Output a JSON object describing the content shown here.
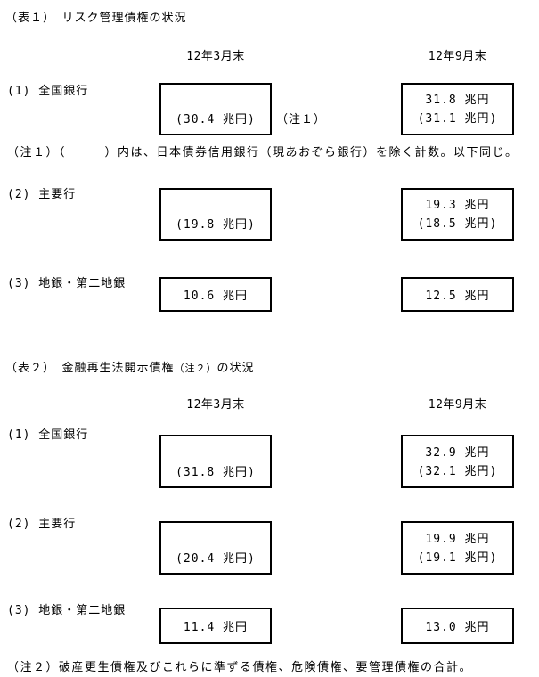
{
  "table1": {
    "title": "（表１）　リスク管理債権の状況",
    "header_left": "12年3月末",
    "header_right": "12年9月末",
    "rows": [
      {
        "label": "(1) 全国銀行",
        "left_value": "(30.4 兆円)",
        "right_line1": "31.8 兆円",
        "right_line2": "(31.1 兆円)",
        "inline_note": "（注１）"
      },
      {
        "label": "(2) 主要行",
        "left_value": "(19.8 兆円)",
        "right_line1": "19.3 兆円",
        "right_line2": "(18.5 兆円)"
      },
      {
        "label": "(3) 地銀・第二地銀",
        "left_value": "10.6 兆円",
        "right_value": "12.5 兆円"
      }
    ],
    "note": "（注１）（　　　）内は、日本債券信用銀行（現あおぞら銀行）を除く計数。以下同じ。"
  },
  "table2": {
    "title_main": "（表２）　金融再生法開示債権",
    "title_note_ref": "（注２）",
    "title_suffix": "の状況",
    "header_left": "12年3月末",
    "header_right": "12年9月末",
    "rows": [
      {
        "label": "(1) 全国銀行",
        "left_value": "(31.8 兆円)",
        "right_line1": "32.9 兆円",
        "right_line2": "(32.1 兆円)"
      },
      {
        "label": "(2) 主要行",
        "left_value": "(20.4 兆円)",
        "right_line1": "19.9 兆円",
        "right_line2": "(19.1 兆円)"
      },
      {
        "label": "(3) 地銀・第二地銀",
        "left_value": "11.4 兆円",
        "right_value": "13.0 兆円"
      }
    ],
    "note": "（注２）破産更生債権及びこれらに準ずる債権、危険債権、要管理債権の合計。"
  }
}
